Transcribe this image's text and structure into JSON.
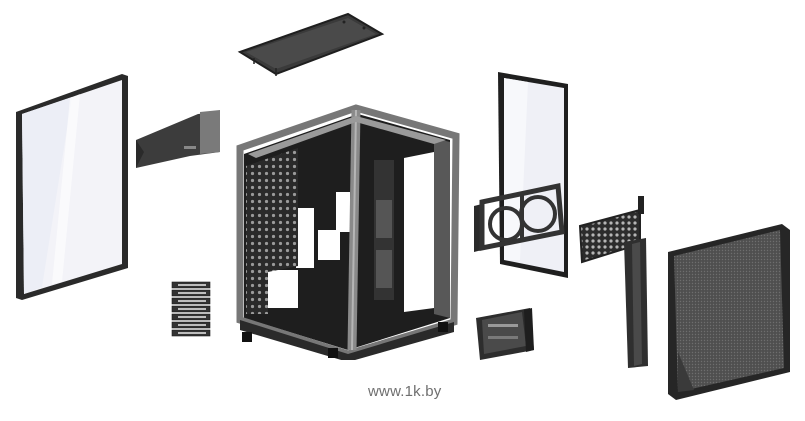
{
  "scene": {
    "subject": "Exploded view of PC case components",
    "background_color": "#ffffff",
    "colors": {
      "frame_dark": "#2b2b2b",
      "frame_gray": "#6a6a6a",
      "glass": "#eef0f6",
      "mesh": "#4a4a4a"
    },
    "parts": [
      {
        "id": "top-panel",
        "label": "Top panel"
      },
      {
        "id": "left-glass-panel",
        "label": "Left tempered glass side panel"
      },
      {
        "id": "bracket",
        "label": "Cable cover bracket"
      },
      {
        "id": "pci-slot-covers",
        "label": "PCI slot covers"
      },
      {
        "id": "chassis-frame",
        "label": "Main chassis frame"
      },
      {
        "id": "right-glass-panel",
        "label": "Right tempered glass panel"
      },
      {
        "id": "fan-bracket",
        "label": "Dual fan mounting bracket"
      },
      {
        "id": "drive-cage",
        "label": "Drive cage"
      },
      {
        "id": "mesh-riser-bracket",
        "label": "Mesh GPU riser bracket"
      },
      {
        "id": "mesh-side-panel",
        "label": "Mesh side panel"
      }
    ]
  },
  "watermark": {
    "text": "www.1k.by"
  }
}
